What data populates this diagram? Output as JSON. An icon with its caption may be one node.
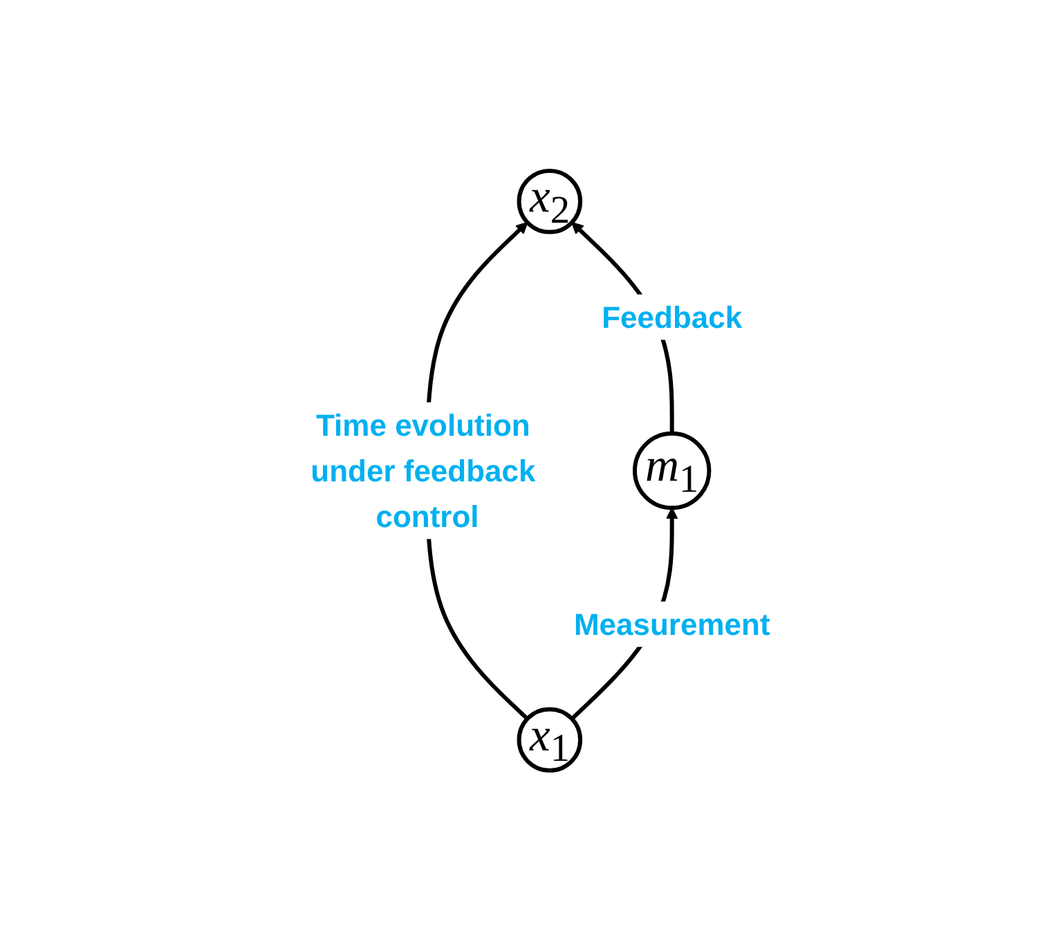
{
  "diagram": {
    "nodes": [
      {
        "text": [
          "x$_{2}$"
        ]
      },
      {
        "text": [
          "m$_{1}$"
        ]
      },
      {
        "text": [
          "x$_{1}$"
        ]
      }
    ],
    "edges": [
      {
        "from": 2,
        "to": 0,
        "arrow": "to",
        "label": "Time evolution under feedback control"
      },
      {
        "from": 2,
        "to": 1,
        "arrow": "to",
        "label": "Measurement"
      },
      {
        "from": 1,
        "to": 0,
        "arrow": "to",
        "label": "Feedback"
      }
    ]
  }
}
